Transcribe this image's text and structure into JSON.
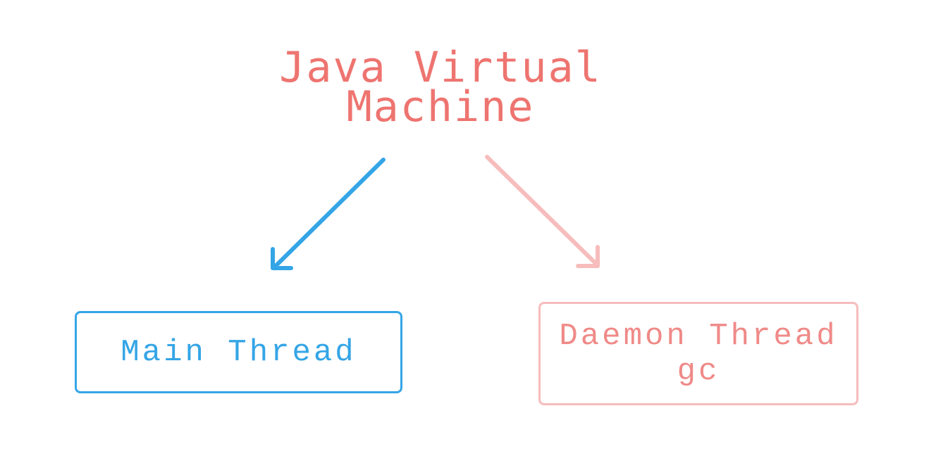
{
  "diagram": {
    "root": {
      "line1": "Java Virtual",
      "line2": "Machine"
    },
    "main_thread": {
      "label": "Main Thread"
    },
    "daemon_thread": {
      "label": "Daemon Thread",
      "sublabel": "gc"
    }
  },
  "colors": {
    "root_text": "#ee7470",
    "main": "#34a5e6",
    "daemon_border": "#f7bcbc",
    "daemon_text": "#ef8a88"
  }
}
